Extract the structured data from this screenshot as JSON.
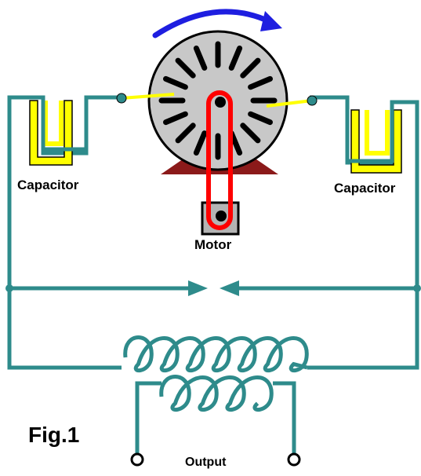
{
  "labels": {
    "capacitor_left": "Capacitor",
    "capacitor_right": "Capacitor",
    "motor": "Motor",
    "figure": "Fig.1",
    "output": "Output"
  },
  "colors": {
    "wire": "#2e8b8b",
    "capacitor_plate": "#ffff00",
    "capacitor_outline": "#000000",
    "motor_body": "#c8c8c8",
    "motor_base": "#8b1a1a",
    "belt": "#ff0000",
    "brush_lead": "#ffff00",
    "rotation_arrow": "#1e1ee0",
    "pulley_box": "#b4b4b4"
  },
  "icons": {
    "motor": "motor-icon",
    "capacitor": "capacitor-icon",
    "transformer": "transformer-icon",
    "rotation": "rotation-arrow-icon"
  }
}
